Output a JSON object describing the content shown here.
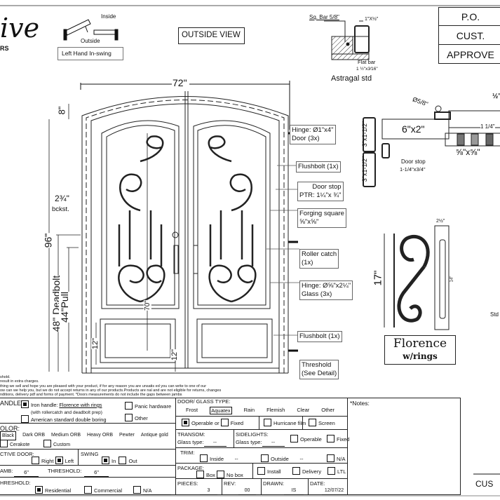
{
  "logo": {
    "script": "ive",
    "sub": "RS"
  },
  "swing": {
    "inside": "Inside",
    "outside": "Outside",
    "label": "Left Hand In-swing"
  },
  "view_label": "OUTSIDE VIEW",
  "astragal": {
    "sq_bar": "Sq. Bar 5/8\"",
    "tube": "1\"X½\"",
    "flat_bar": "Flat bar",
    "flat_bar_size": "1 ½\"x3⁄16\"",
    "title": "Astragal std"
  },
  "approval": {
    "po": "P.O.",
    "cust": "CUST.",
    "approve": "APPROVE"
  },
  "dims": {
    "width": "72\"",
    "arch": "8\"",
    "height": "96\"",
    "backset": "2¾\"",
    "backset_label": "bckst.",
    "deadbolt": "48\" Deadbolt",
    "pull": "44\"Pull",
    "glass": "70\"",
    "panel_left": "12\"",
    "panel_right": "12\""
  },
  "callouts": [
    {
      "text": "Hinge: Ø1\"x4\"\nDoor (3x)"
    },
    {
      "text": "Flushbolt (1x)"
    },
    {
      "text": "Door stop\nPTR: 1¼\"x ¾\""
    },
    {
      "text": "Forging square\n⅝\"x⅝\""
    },
    {
      "text": "Roller catch\n(1x)"
    },
    {
      "text": "Hinge: Ø⅝\"x2¼\"\nGlass (3x)"
    },
    {
      "text": "Flushbolt (1x)"
    },
    {
      "text": "Threshold\n(See Detail)"
    }
  ],
  "section": {
    "rod": "Ø5/8\"",
    "half": "½\"",
    "frame": "6\"x2\"",
    "jamb1": "3\"x1-1/2\"",
    "jamb2": "3\"x1-1/2\"",
    "stop": "Door stop",
    "stop_size": "1-1/4\"x3/4\"",
    "forging": "⅝\"x⅝\"",
    "gap": "1 1/4\""
  },
  "scroll": {
    "height": "17\"",
    "width": "2½\"",
    "inner": "14\"",
    "std": "Std",
    "name": "Florence",
    "name2": "w/rings"
  },
  "notes_text": [
    "shold.",
    "result in extra charges.",
    "thing we sell and hope you are pleased with your product, if for any reason you are unsatis  ed you can write to one of our",
    "ow can we help you, but we do not accept returns in any of our products.Products are  nal and are not eligible for returns, changes",
    "nditions, delivery pdf and forms of payment. *Doors measurements do not include the gaps between jambs"
  ],
  "form": {
    "handle_label": "ANDLE:",
    "iron_handle": "Iron handle:",
    "iron_handle_value": "Florence with rings",
    "iron_handle_note": "(with rollercatch and deadbolt prep)",
    "american": "American standard double boring",
    "panic": "Panic hardware",
    "other": "Other",
    "color_label": "OLOR:",
    "colors": [
      "Black",
      "Dark ORB",
      "Medium ORB",
      "Heavy ORB",
      "Pewter",
      "Antique gold"
    ],
    "cerakote": "Cerakote",
    "custom": "Custom",
    "active_label": "CTIVE DOOR:",
    "right": "Right",
    "left": "Left",
    "swing_label": "SWING",
    "in": "In",
    "out": "Out",
    "jamb_label": "AMB:",
    "jamb_value": "6\"",
    "threshold_label": "THRESHOLD:",
    "threshold_value": "6\"",
    "threshold2_label": "HRESHOLD:",
    "residential": "Residential",
    "commercial": "Commercial",
    "na": "N/A",
    "glass_type_label": "DOOR/ GLASS TYPE:",
    "glass_types": [
      "Frost",
      "Aquatex",
      "Rain",
      "Flemish",
      "Clear",
      "Other"
    ],
    "operable": "Operable",
    "or": "or",
    "fixed": "Fixed",
    "hurricane": "Hurricane film",
    "screen": "Screen",
    "transom_label": "TRANSOM:",
    "transom_glass": "Glass type:",
    "transom_value": "--",
    "sidelights_label": "SIDELIGHTS:",
    "sidelights_glass": "Glass type:",
    "sidelights_value": "--",
    "sl_operable": "Operable",
    "sl_fixed": "Fixed",
    "trim_label": "TRIM:",
    "inside": "Inside",
    "inside_value": "--",
    "outside": "Outside",
    "outside_value": "--",
    "trim_na": "N/A",
    "package_label": "PACKAGE:",
    "box": "Box",
    "no_box": "No box",
    "install": "Install",
    "delivery": "Delivery",
    "ltl": "LTL",
    "pieces_label": "PIECES:",
    "pieces": "3",
    "rev_label": "REV:",
    "rev": "00",
    "drawn_label": "DRAWN:",
    "drawn": "IS",
    "date_label": "DATE:",
    "date": "12/07/22",
    "notes_label": "*Notes:",
    "customer_sig": "CUS"
  }
}
